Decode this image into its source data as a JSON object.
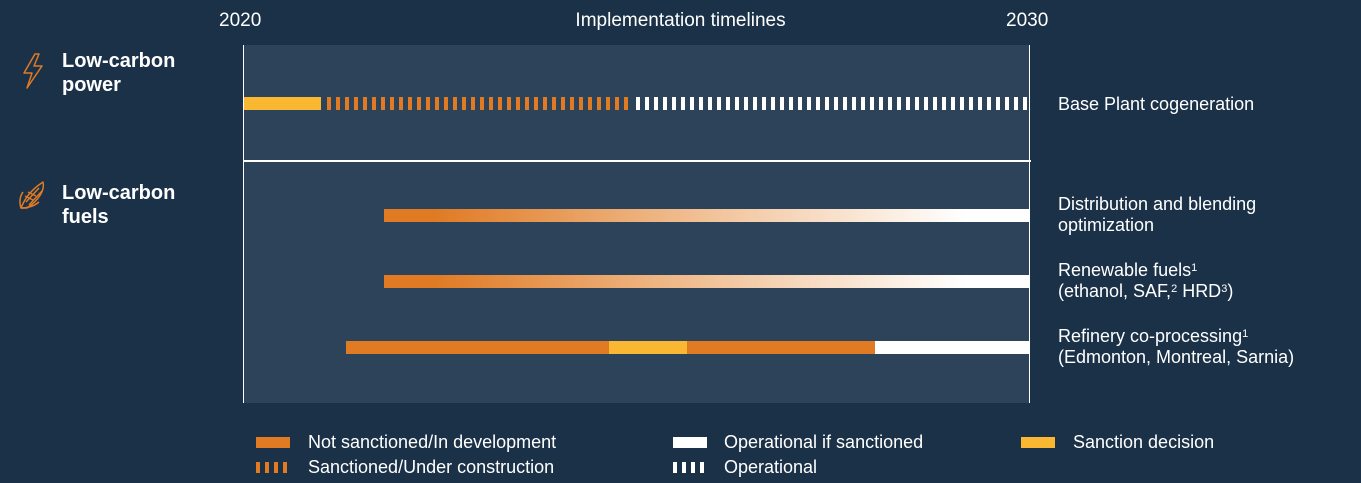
{
  "header": {
    "start_year": "2020",
    "end_year": "2030",
    "title": "Implementation timelines"
  },
  "sections": {
    "power": {
      "title_line1": "Low-carbon",
      "title_line2": "power",
      "icon": "lightning-icon"
    },
    "fuels": {
      "title_line1": "Low-carbon",
      "title_line2": "fuels",
      "icon": "corn-icon"
    }
  },
  "projects": {
    "cogen": {
      "label": "Base Plant cogeneration"
    },
    "distribution": {
      "label_line1": "Distribution and blending",
      "label_line2": "optimization"
    },
    "renewable": {
      "label_line1": "Renewable fuels",
      "sup1": "1",
      "line2_a": "(ethanol, SAF,",
      "sup2": "2",
      "line2_b": " HRD",
      "sup3": "3",
      "line2_c": ")"
    },
    "coprocessing": {
      "label_line1": "Refinery co-processing",
      "sup1": "1",
      "label_line2": "(Edmonton, Montreal, Sarnia)"
    }
  },
  "legend": {
    "not_sanctioned": "Not sanctioned/In development",
    "operational_if_sanctioned": "Operational if sanctioned",
    "sanction_decision": "Sanction decision",
    "sanctioned_under_construction": "Sanctioned/Under construction",
    "operational": "Operational"
  },
  "colors": {
    "background": "#1b3148",
    "panel": "#2c4359",
    "not_sanctioned": "#e07b24",
    "sanction_decision": "#f9b732",
    "operational": "#ffffff"
  }
}
